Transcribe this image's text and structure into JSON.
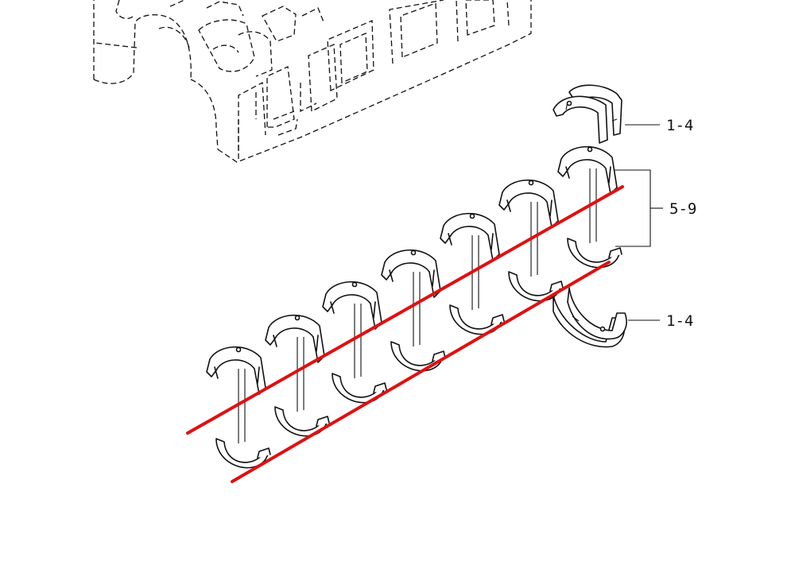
{
  "diagram": {
    "callouts": {
      "upper_thrust_washers": "1-4",
      "main_bearing_shells": "5-9",
      "lower_thrust_washers": "1-4"
    },
    "colors": {
      "ink": "#111111",
      "highlight": "#e01010",
      "background": "#ffffff"
    },
    "bearing_pairs": 7,
    "highlight_lines": 2
  }
}
